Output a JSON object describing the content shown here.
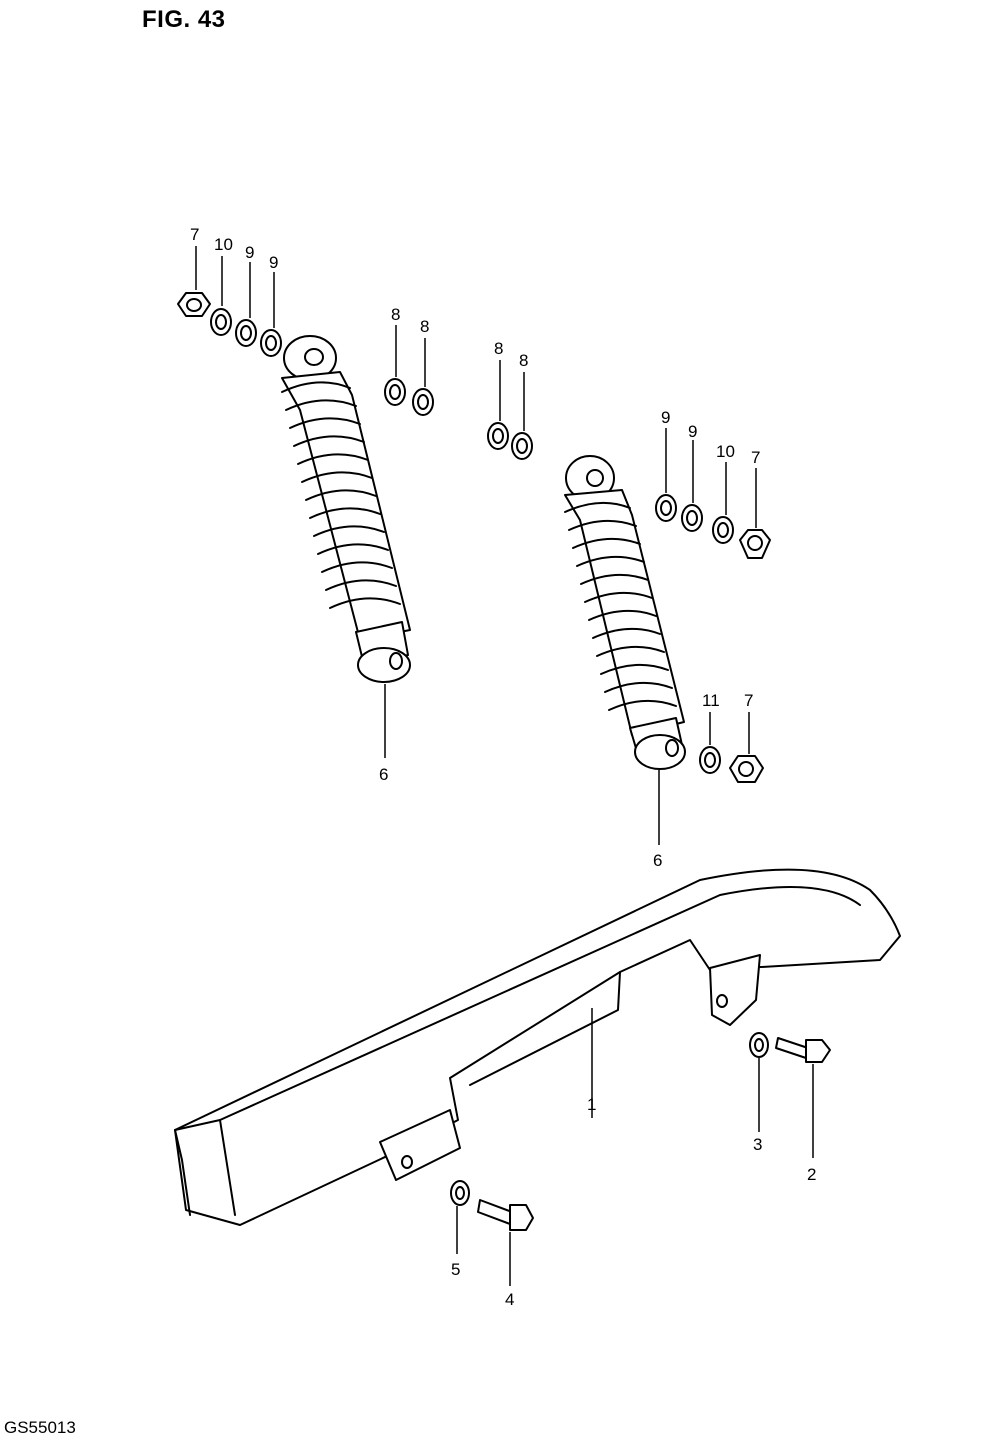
{
  "figure": {
    "title": "FIG. 43",
    "footer_code": "GS55013"
  },
  "callouts": [
    "1",
    "2",
    "3",
    "4",
    "5",
    "6",
    "7",
    "8",
    "9",
    "10",
    "11"
  ]
}
